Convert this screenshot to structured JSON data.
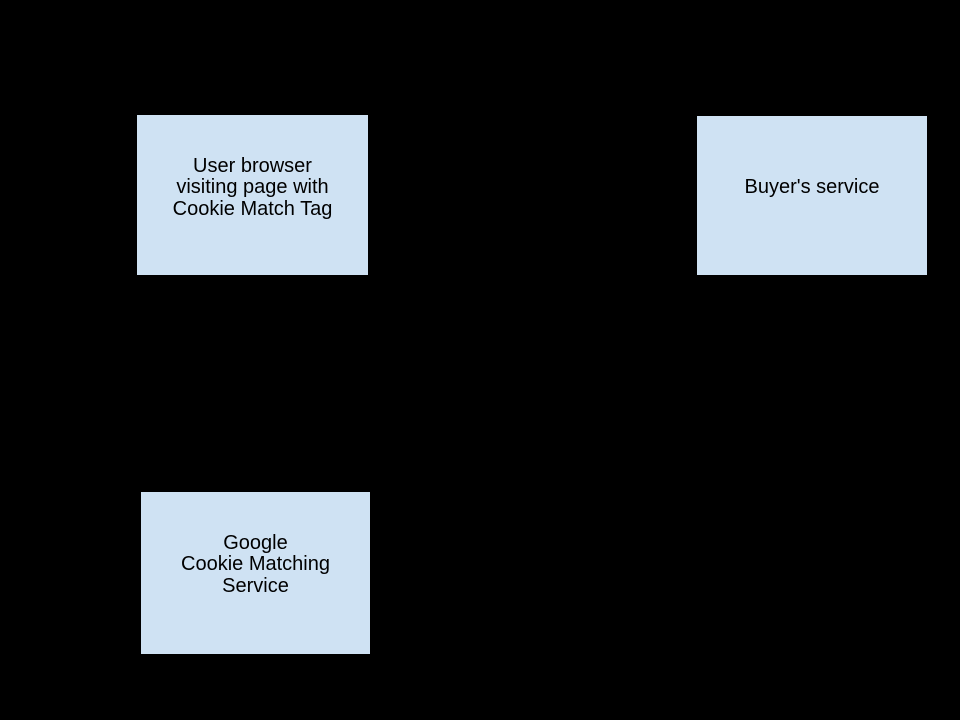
{
  "diagram": {
    "background_color": "#000000",
    "node_fill_color": "#cfe2f3",
    "node_border_color": "#000000",
    "node_text_color": "#000000",
    "nodes": [
      {
        "id": "user-browser",
        "label": "User browser\nvisiting page with\nCookie Match Tag"
      },
      {
        "id": "buyers-service",
        "label": "Buyer's service"
      },
      {
        "id": "google-cookie-matching-service",
        "label": "Google\nCookie Matching\nService"
      }
    ]
  }
}
